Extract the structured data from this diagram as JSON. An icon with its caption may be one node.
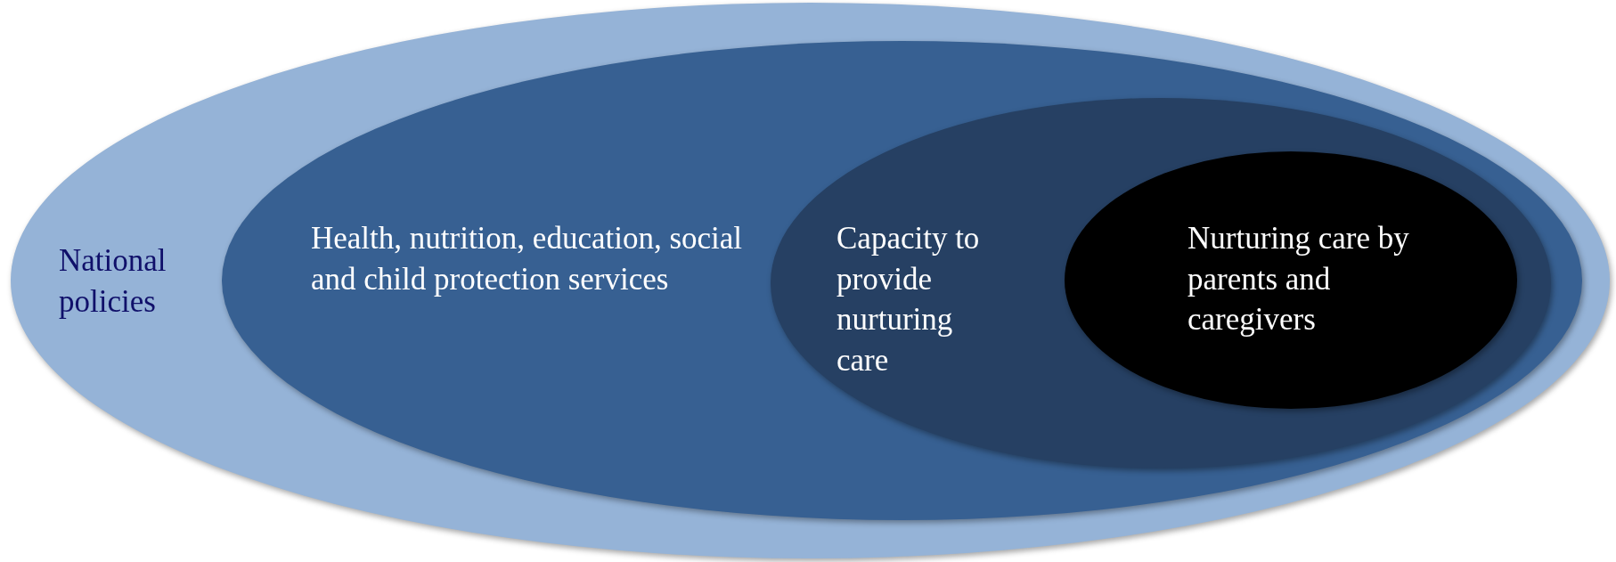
{
  "diagram": {
    "nodes": [
      {
        "text": [
          "National policies"
        ]
      },
      {
        "text": [
          "Health, nutrition, education, social and child protection services"
        ],
        "in": 0
      },
      {
        "text": [
          "Capacity to provide nurturing care"
        ],
        "in": 1
      },
      {
        "text": [
          "Nurturing care by parents and caregivers"
        ],
        "in": 2
      }
    ]
  }
}
